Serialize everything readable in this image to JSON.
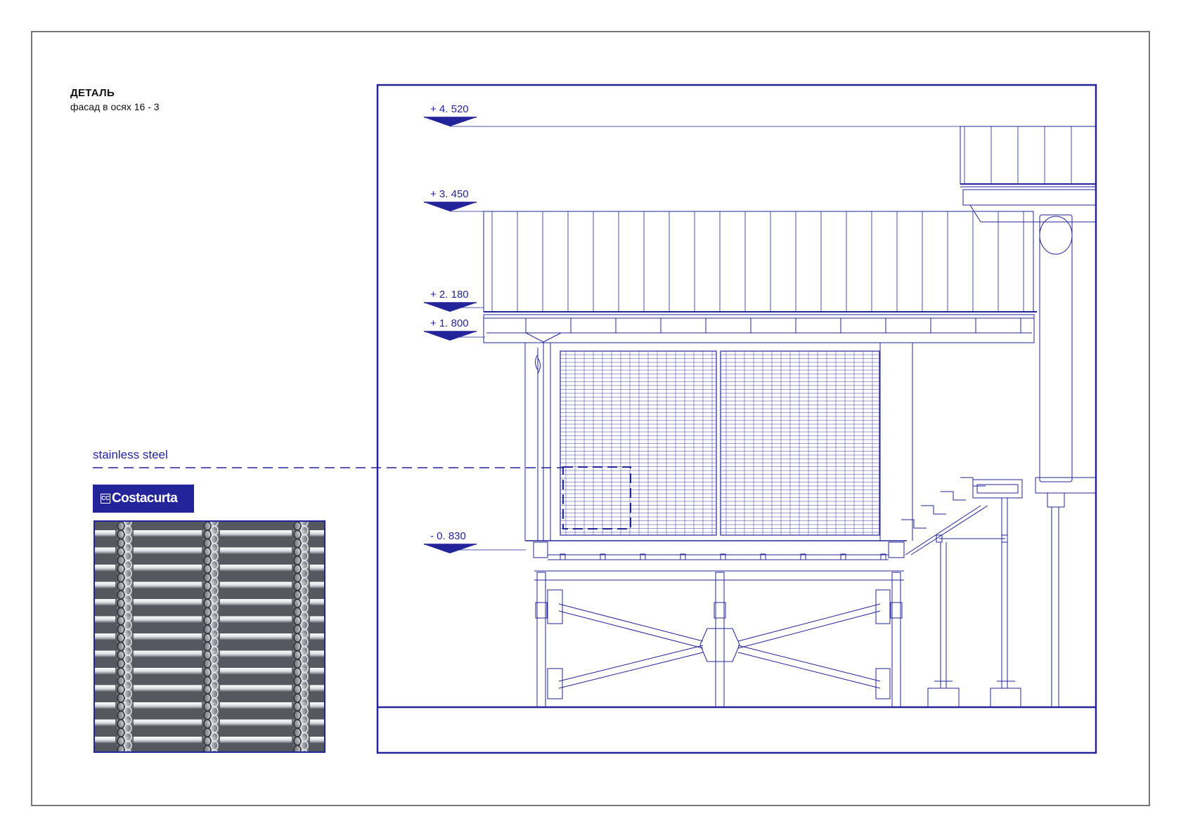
{
  "sheet": {
    "title": "ДЕТАЛЬ",
    "subtitle": "фасад в осях 16 - 3"
  },
  "material": {
    "label": "stainless steel",
    "brand": "Costacurta",
    "brand_mark": "CC"
  },
  "levels": [
    {
      "id": "top",
      "label": "+ 4. 520"
    },
    {
      "id": "roof",
      "label": "+ 3. 450"
    },
    {
      "id": "eave",
      "label": "+ 2. 180"
    },
    {
      "id": "beam",
      "label": "+ 1. 800"
    },
    {
      "id": "floor",
      "label": "- 0. 830"
    }
  ],
  "colors": {
    "line": "#23239a",
    "frame": "#777777",
    "mesh": "#5a5e64"
  },
  "icons": {
    "level_marker": "downward-triangle",
    "brand_mark": "cc-monogram"
  }
}
